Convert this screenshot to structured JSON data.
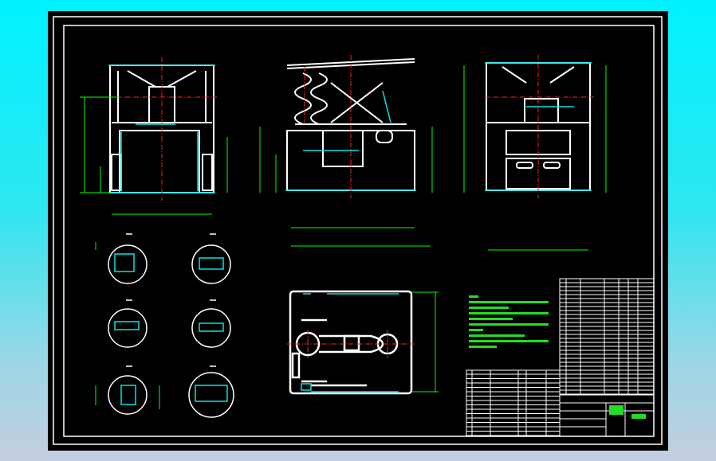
{
  "drawing": {
    "background_color": "#000000",
    "line_colors": {
      "outline": "#ffffff",
      "hidden_detail": "#00e5e5",
      "centerline": "#ff2020",
      "dimension": "#00ff00"
    },
    "views": [
      "front-view",
      "side-section-view",
      "rear-view",
      "plan-section-view",
      "detail-views",
      "technical-notes",
      "parts-list",
      "title-block"
    ]
  }
}
